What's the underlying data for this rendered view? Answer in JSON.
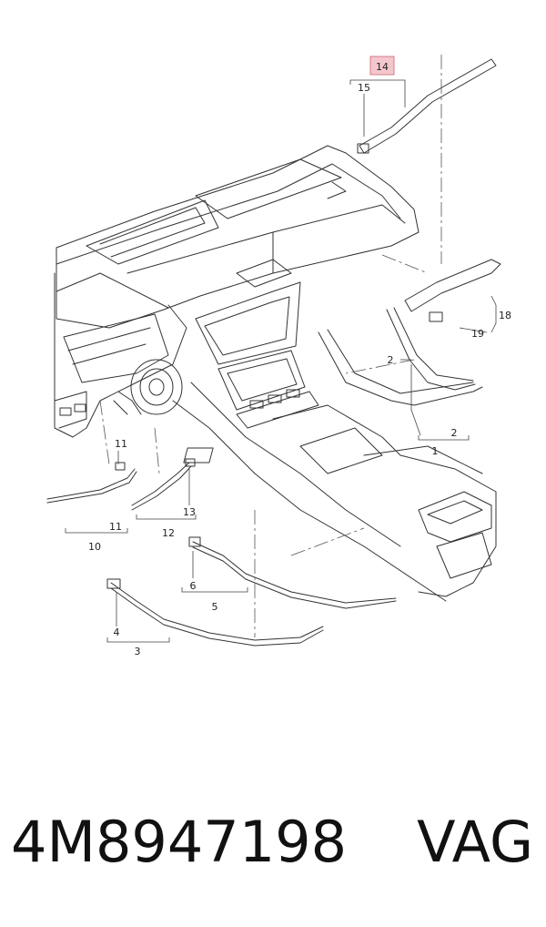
{
  "diagram": {
    "callouts": [
      {
        "id": "c14",
        "text": "14"
      },
      {
        "id": "c15",
        "text": "15"
      },
      {
        "id": "c18",
        "text": "18"
      },
      {
        "id": "c19",
        "text": "19"
      },
      {
        "id": "c2a",
        "text": "2"
      },
      {
        "id": "c2b",
        "text": "2"
      },
      {
        "id": "c1",
        "text": "1"
      },
      {
        "id": "c11a",
        "text": "11"
      },
      {
        "id": "c11b",
        "text": "11"
      },
      {
        "id": "c10",
        "text": "10"
      },
      {
        "id": "c13",
        "text": "13"
      },
      {
        "id": "c12",
        "text": "12"
      },
      {
        "id": "c6",
        "text": "6"
      },
      {
        "id": "c5",
        "text": "5"
      },
      {
        "id": "c4",
        "text": "4"
      },
      {
        "id": "c3",
        "text": "3"
      }
    ],
    "highlight_color": "#f4c7cc"
  },
  "footer": {
    "part_number": "4M8947198",
    "brand": "VAG"
  }
}
